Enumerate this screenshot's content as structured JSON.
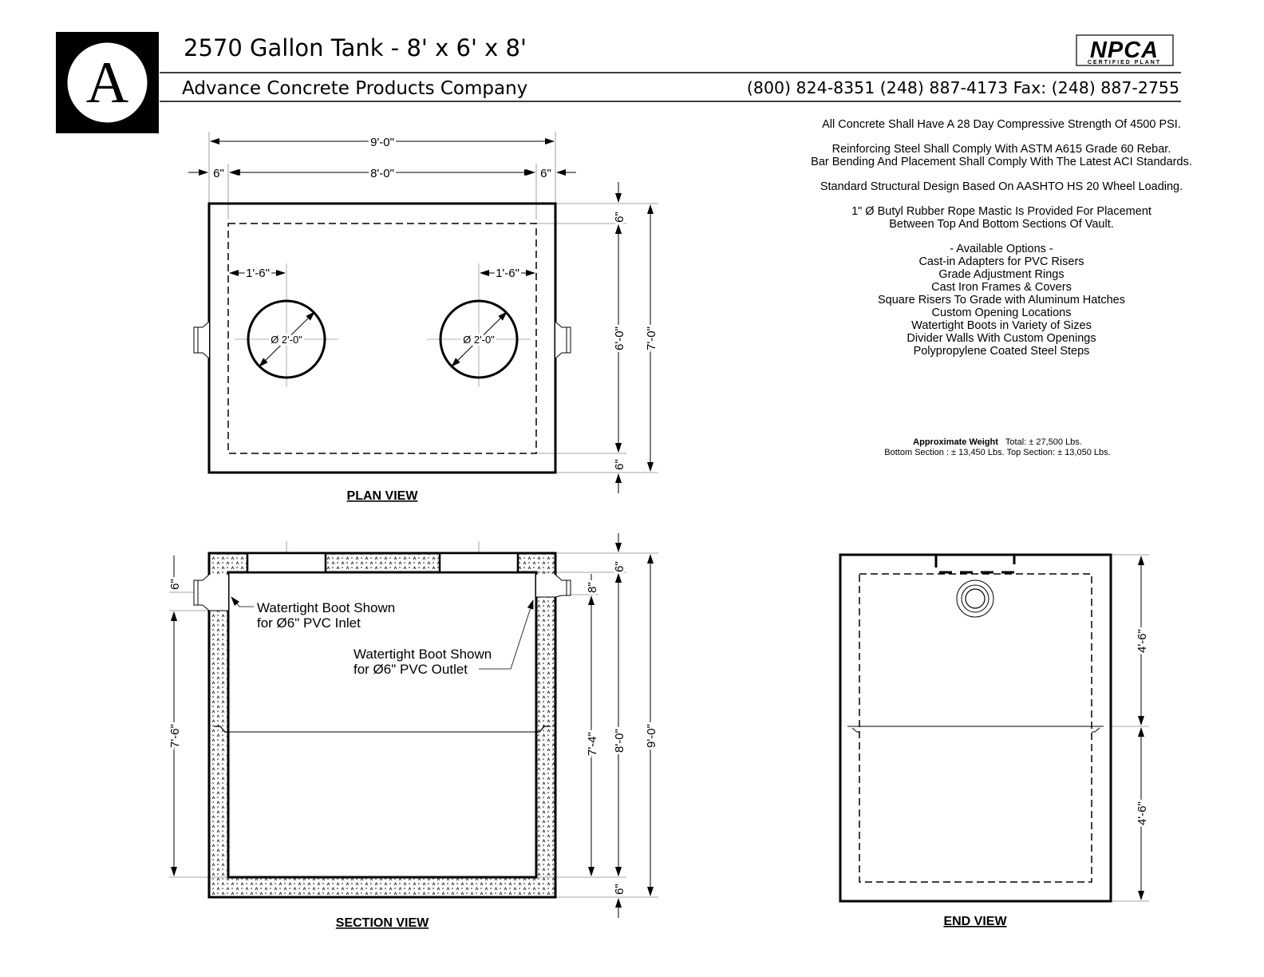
{
  "header": {
    "logo_letter": "A",
    "title": "2570 Gallon Tank - 8' x 6' x 8'",
    "company": "Advance Concrete Products Company",
    "phones": "(800) 824-8351  (248) 887-4173 Fax: (248)  887-2755",
    "badge_main": "NPCA",
    "badge_sub": "CERTIFIED PLANT"
  },
  "notes": {
    "strength": "All Concrete Shall Have A 28 Day Compressive Strength Of 4500 PSI.",
    "rebar_1": "Reinforcing Steel Shall Comply With ASTM A615 Grade 60 Rebar.",
    "rebar_2": "Bar Bending And Placement Shall Comply With The Latest ACI Standards.",
    "design": "Standard Structural Design Based On AASHTO HS 20 Wheel Loading.",
    "mastic_1": "1\" Ø Butyl Rubber Rope Mastic Is Provided For Placement",
    "mastic_2": "Between Top And Bottom Sections Of Vault.",
    "options_title": "- Available Options -",
    "options": [
      "Cast-in Adapters for PVC Risers",
      "Grade Adjustment Rings",
      "Cast Iron Frames & Covers",
      "Square Risers To Grade with Aluminum Hatches",
      "Custom Opening Locations",
      "Watertight Boots in Variety of Sizes",
      "Divider Walls With Custom Openings",
      "Polypropylene Coated Steel Steps"
    ]
  },
  "weight": {
    "label": "Approximate Weight",
    "total": "Total:  ± 27,500 Lbs.",
    "sections": "Bottom Section : ± 13,450 Lbs.  Top Section: ±  13,050 Lbs."
  },
  "plan": {
    "title": "PLAN VIEW",
    "dim_overall_width": "9'-0\"",
    "dim_inner_width": "8'-0\"",
    "dim_wall_left": "6\"",
    "dim_wall_right": "6\"",
    "dim_offset_left": "1'-6\"",
    "dim_offset_right": "1'-6\"",
    "opening_left": "Ø 2'-0\"",
    "opening_right": "Ø 2'-0\"",
    "dim_wall_top": "6\"",
    "dim_inner_depth": "6'-0\"",
    "dim_wall_bottom": "6\"",
    "dim_overall_depth": "7'-0\""
  },
  "section": {
    "title": "SECTION VIEW",
    "inlet_1": "Watertight Boot Shown",
    "inlet_2": "for Ø6\" PVC Inlet",
    "outlet_1": "Watertight Boot Shown",
    "outlet_2": "for Ø6\" PVC Outlet",
    "dim_inlet_drop": "6\"",
    "dim_inlet_height": "7'-6\"",
    "dim_outlet_drop": "8\"",
    "dim_outlet_height": "7'-4\"",
    "dim_top_slab": "6\"",
    "dim_inner_height": "8'-0\"",
    "dim_bottom_slab": "6\"",
    "dim_overall_height": "9'-0\""
  },
  "end": {
    "title": "END VIEW",
    "dim_top_half": "4'-6\"",
    "dim_bottom_half": "4'-6\""
  }
}
